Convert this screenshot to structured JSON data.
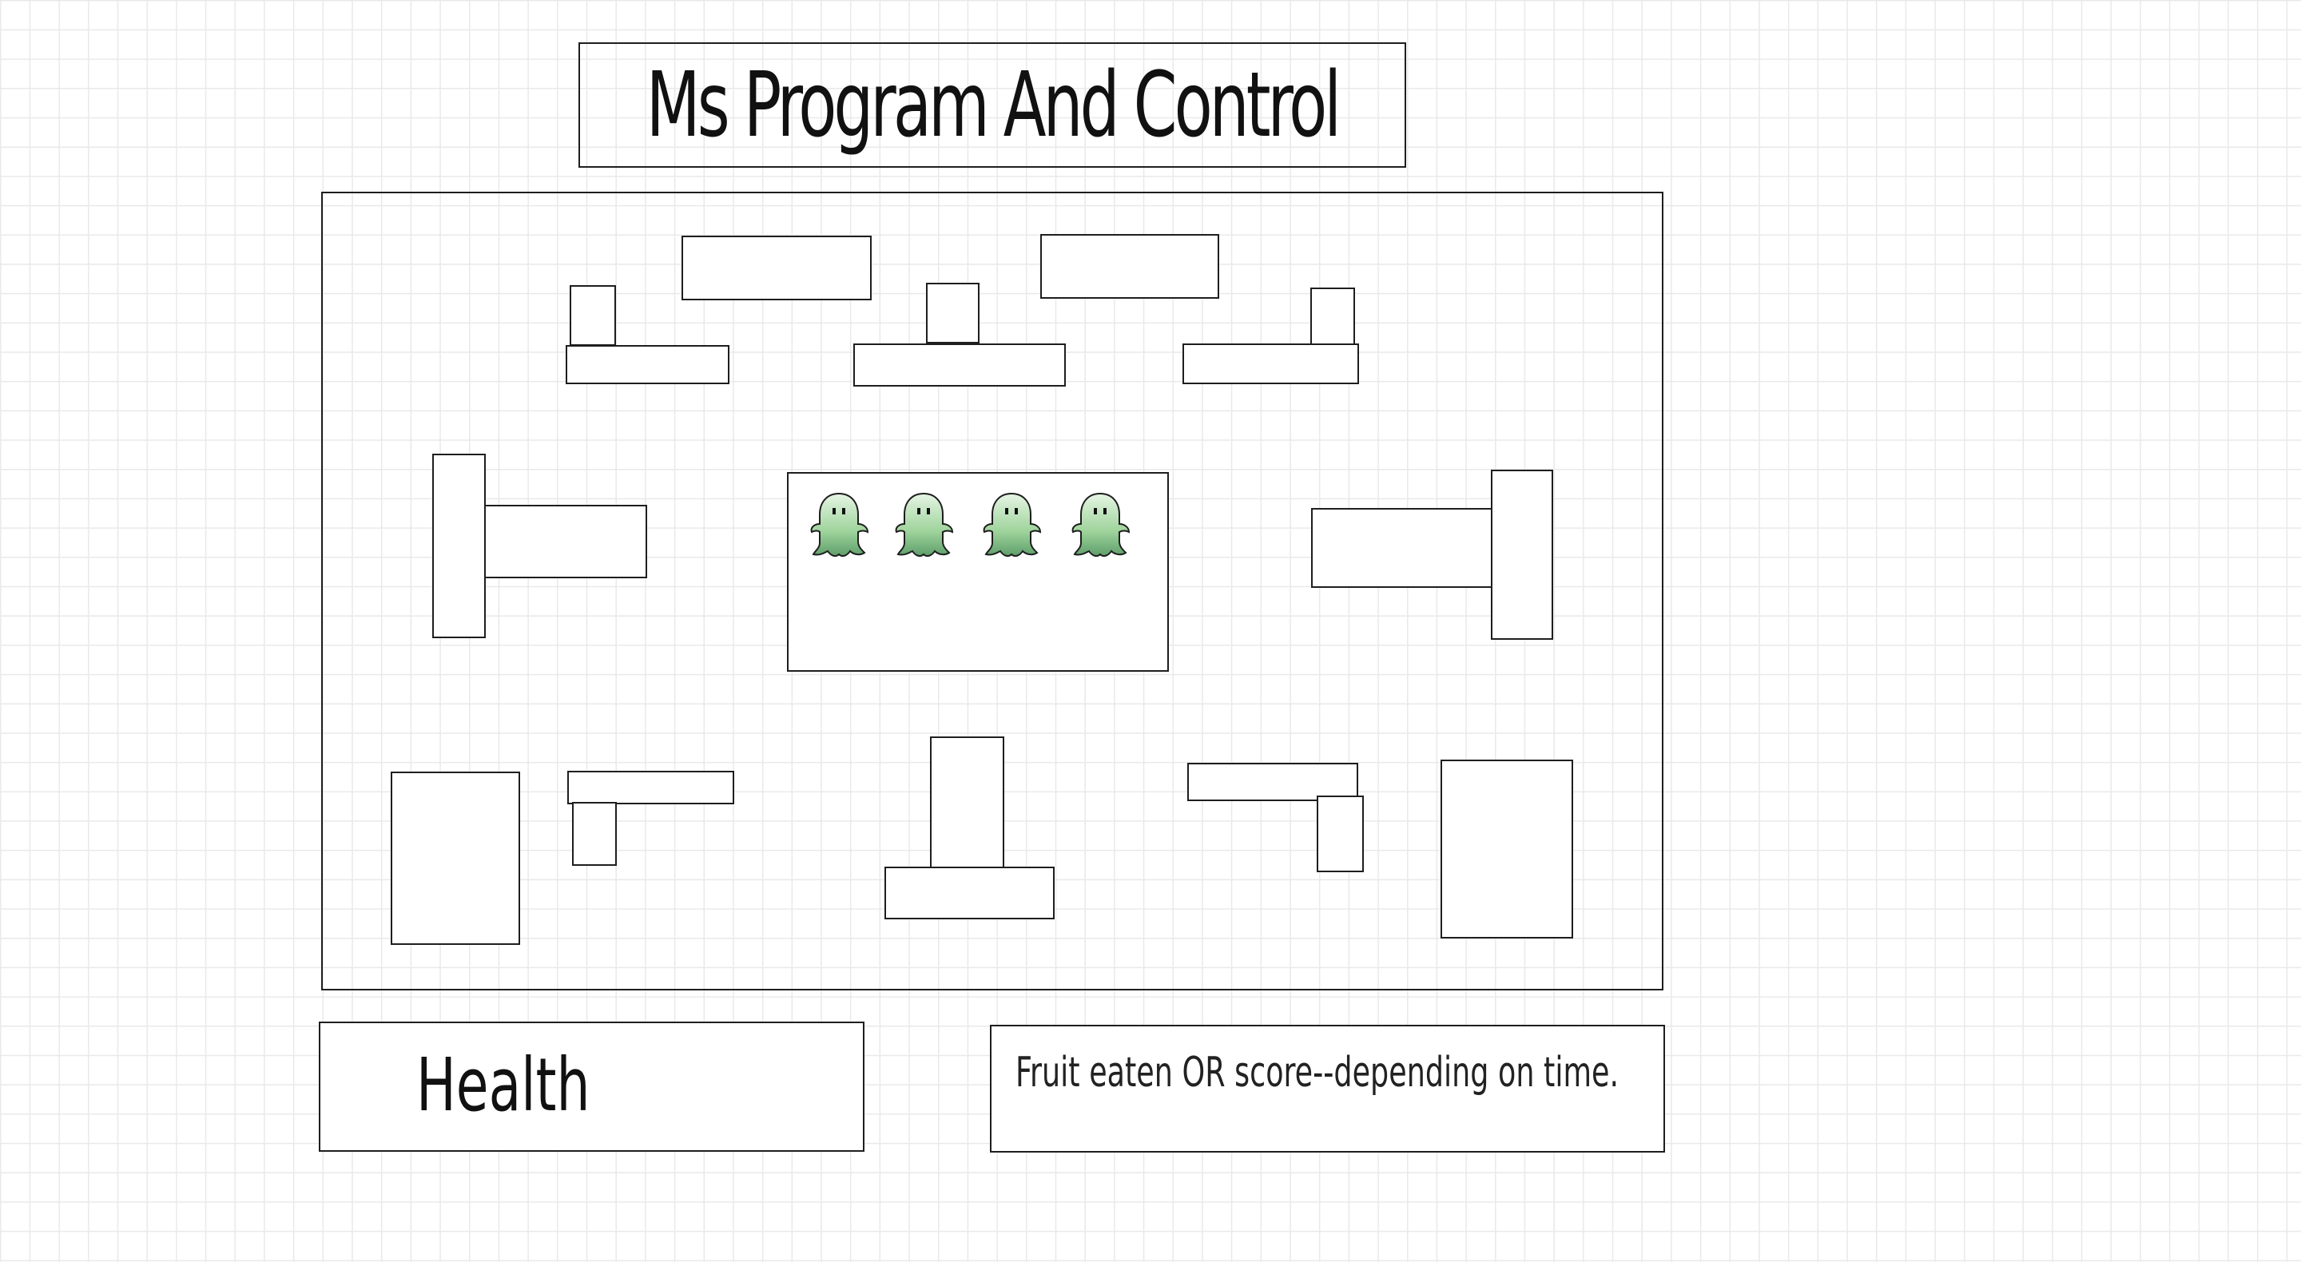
{
  "title": "Ms Program And Control",
  "board": {
    "ghosts": [
      "ghost-1",
      "ghost-2",
      "ghost-3",
      "ghost-4"
    ],
    "ghost_color": "#b9e3b4"
  },
  "hud": {
    "health_label": "Health",
    "score_label": "Fruit eaten OR score--depending on time."
  },
  "colors": {
    "stroke": "#1e1e1e",
    "grid": "#e9e9e9",
    "background": "#ffffff"
  }
}
